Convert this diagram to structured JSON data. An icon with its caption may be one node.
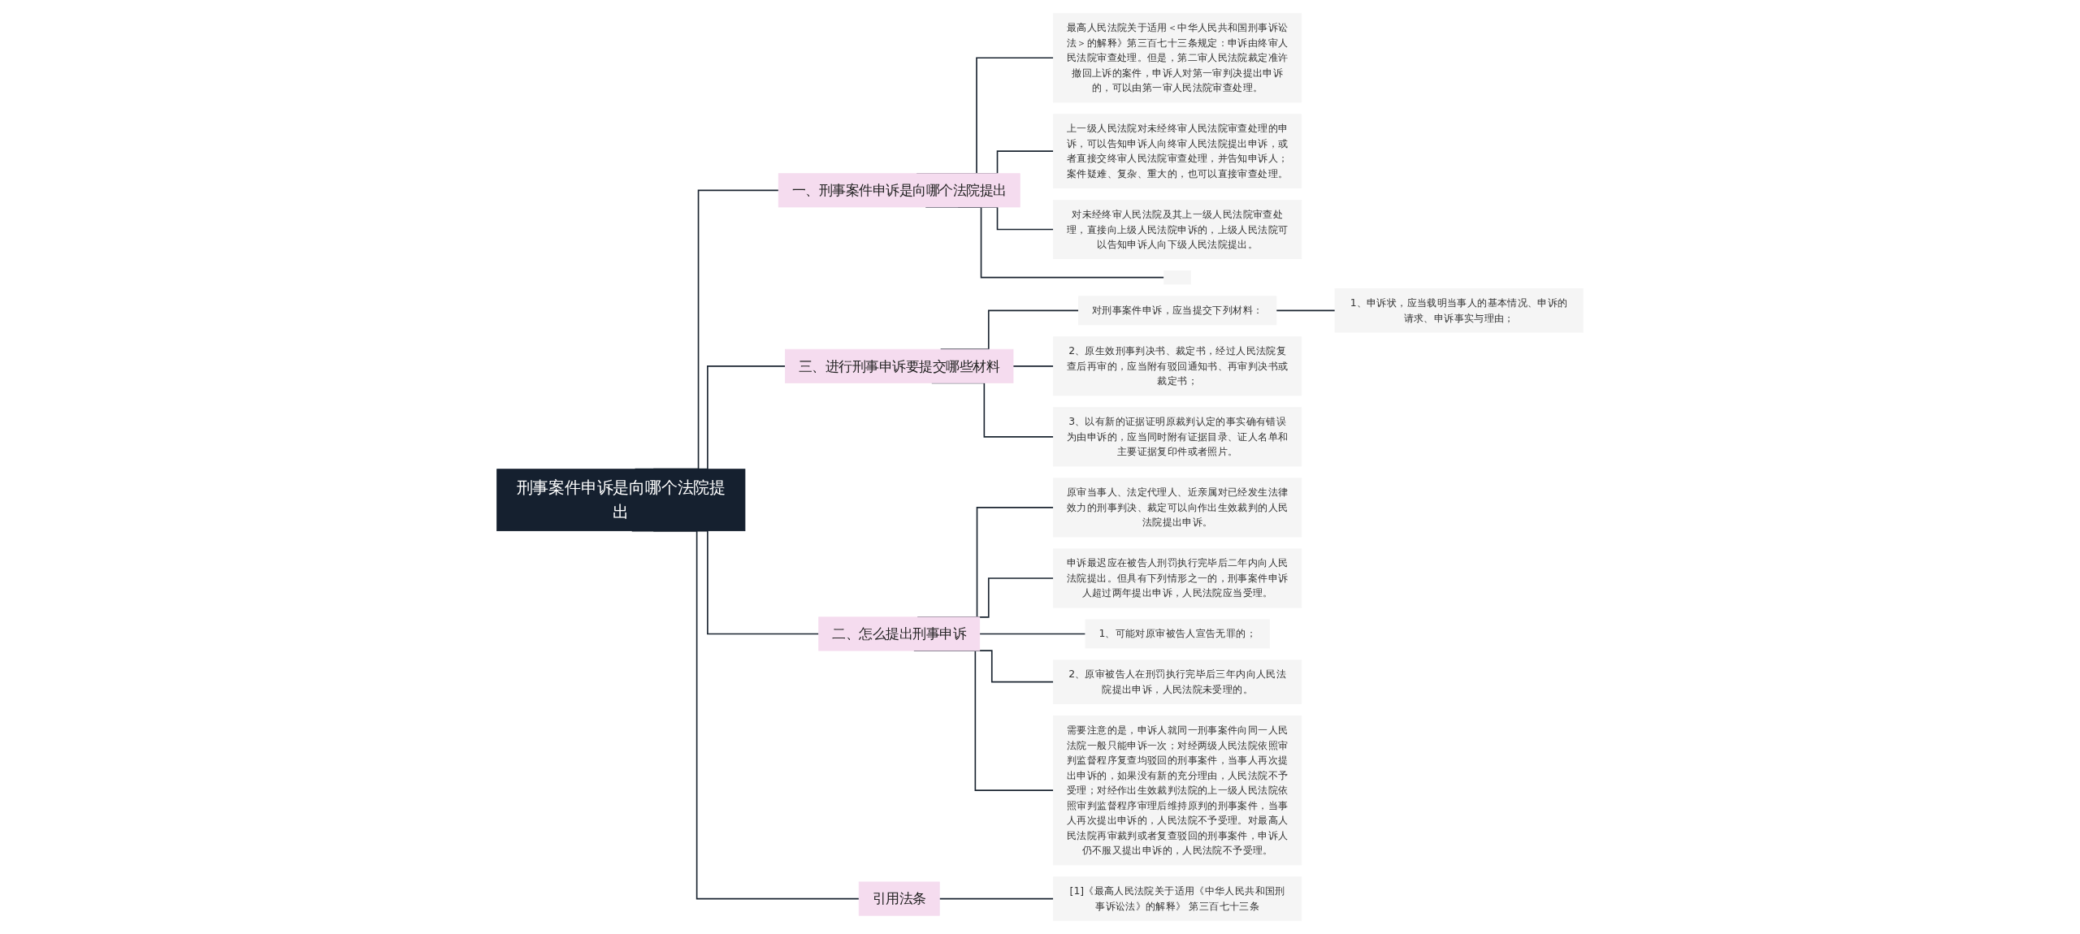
{
  "diagram": {
    "nodes": [
      {
        "text": [
          "刑事案件申诉是向哪个法院提出"
        ]
      },
      {
        "text": [
          "一、刑事案件申诉是向哪个法院提出"
        ]
      },
      {
        "text": [
          "最高人民法院关于适用＜中华人民共和国刑事诉讼法＞的解释》第三百七十三条规定：申诉由终审人民法院审查处理。但是，第二审人民法院裁定准许撤回上诉的案件，申诉人对第一审判决提出申诉的，可以由第一审人民法院审查处理。"
        ]
      },
      {
        "text": [
          "上一级人民法院对未经终审人民法院审查处理的申诉，可以告知申诉人向终审人民法院提出申诉，或者直接交终审人民法院审查处理，并告知申诉人；案件疑难、复杂、重大的，也可以直接审查处理。"
        ]
      },
      {
        "text": [
          "对未经终审人民法院及其上一级人民法院审查处理，直接向上级人民法院申诉的，上级人民法院可以告知申诉人向下级人民法院提出。"
        ]
      },
      {
        "text": [],
        "shape": "box"
      },
      {
        "text": [
          "三、进行刑事申诉要提交哪些材料"
        ]
      },
      {
        "text": [
          "对刑事案件申诉，应当提交下列材料："
        ]
      },
      {
        "text": [
          "1、申诉状，应当载明当事人的基本情况、申诉的请求、申诉事实与理由；"
        ]
      },
      {
        "text": [
          "2、原生效刑事判决书、裁定书，经过人民法院复查后再审的，应当附有驳回通知书、再审判决书或裁定书；"
        ]
      },
      {
        "text": [
          "3、以有新的证据证明原裁判认定的事实确有错误为由申诉的，应当同时附有证据目录、证人名单和主要证据复印件或者照片。"
        ]
      },
      {
        "text": [
          "二、怎么提出刑事申诉"
        ]
      },
      {
        "text": [
          "原审当事人、法定代理人、近亲属对已经发生法律效力的刑事判决、裁定可以向作出生效裁判的人民法院提出申诉。"
        ]
      },
      {
        "text": [
          "申诉最迟应在被告人刑罚执行完毕后二年内向人民法院提出。但具有下列情形之一的，刑事案件申诉人超过两年提出申诉，人民法院应当受理。"
        ]
      },
      {
        "text": [
          "1、可能对原审被告人宣告无罪的；"
        ]
      },
      {
        "text": [
          "2、原审被告人在刑罚执行完毕后三年内向人民法院提出申诉，人民法院未受理的。"
        ]
      },
      {
        "text": [
          "需要注意的是，申诉人就同一刑事案件向同一人民法院一般只能申诉一次；对经两级人民法院依照审判监督程序复查均驳回的刑事案件，当事人再次提出申诉的，如果没有新的充分理由，人民法院不予受理；对经作出生效裁判法院的上一级人民法院依照审判监督程序审理后维持原判的刑事案件，当事人再次提出申诉的，人民法院不予受理。对最高人民法院再审裁判或者复查驳回的刑事案件，申诉人仍不服又提出申诉的，人民法院不予受理。"
        ]
      },
      {
        "text": [
          "引用法条"
        ]
      },
      {
        "text": [
          "[1]《最高人民法院关于适用《中华人民共和国刑事诉讼法》的解释》 第三百七十三条"
        ]
      }
    ],
    "edges": [
      {
        "from": 0,
        "to": 1,
        "arrow": "none"
      },
      {
        "from": 1,
        "to": 2,
        "arrow": "none"
      },
      {
        "from": 1,
        "to": 3,
        "arrow": "none"
      },
      {
        "from": 1,
        "to": 4,
        "arrow": "none"
      },
      {
        "from": 1,
        "to": 5,
        "arrow": "none"
      },
      {
        "from": 0,
        "to": 6,
        "arrow": "none"
      },
      {
        "from": 6,
        "to": 7,
        "arrow": "none"
      },
      {
        "from": 7,
        "to": 8,
        "arrow": "none"
      },
      {
        "from": 6,
        "to": 9,
        "arrow": "none"
      },
      {
        "from": 6,
        "to": 10,
        "arrow": "none"
      },
      {
        "from": 0,
        "to": 11,
        "arrow": "none"
      },
      {
        "from": 11,
        "to": 12,
        "arrow": "none"
      },
      {
        "from": 11,
        "to": 13,
        "arrow": "none"
      },
      {
        "from": 11,
        "to": 14,
        "arrow": "none"
      },
      {
        "from": 11,
        "to": 15,
        "arrow": "none"
      },
      {
        "from": 11,
        "to": 16,
        "arrow": "none"
      },
      {
        "from": 0,
        "to": 17,
        "arrow": "none"
      },
      {
        "from": 17,
        "to": 18,
        "arrow": "none"
      }
    ]
  }
}
